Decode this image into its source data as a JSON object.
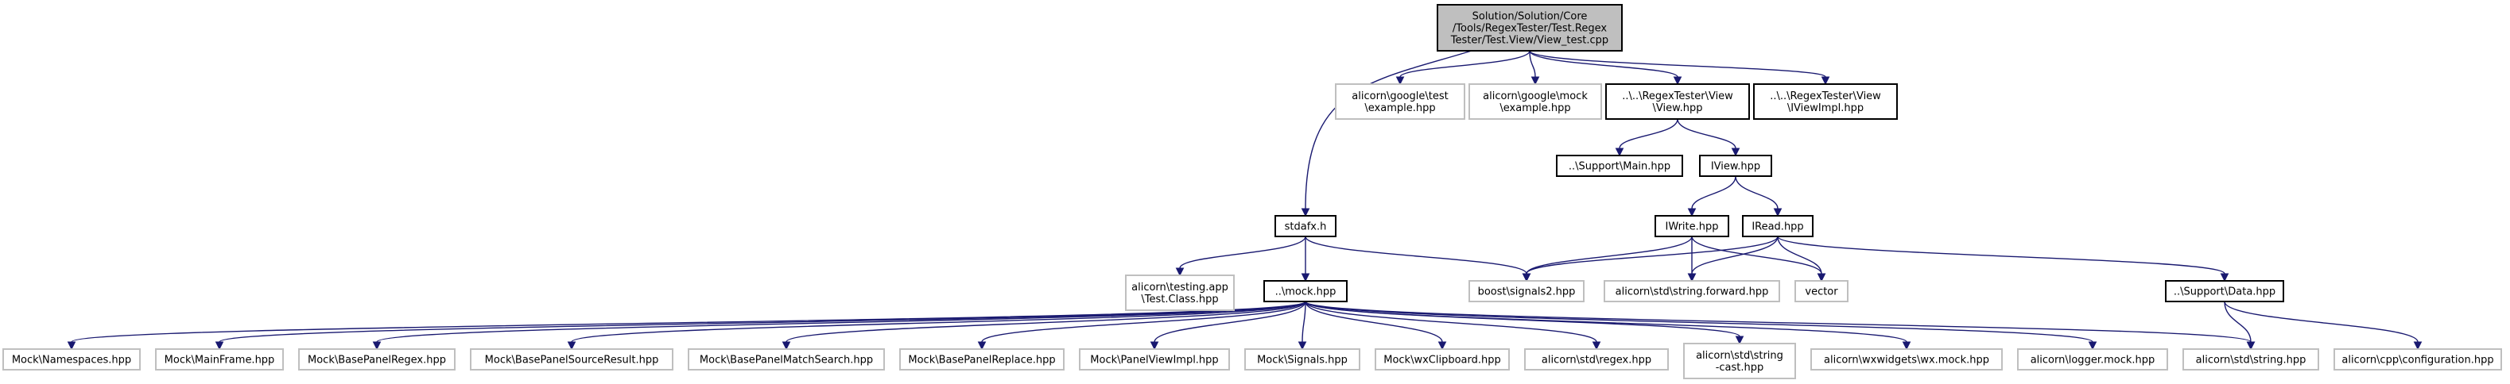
{
  "colors": {
    "edge": "#191970",
    "root_fill": "#bfbfbf",
    "documented_border": "#000000",
    "external_border": "#bfbfbf"
  },
  "nodes": [
    {
      "id": "root",
      "lines": [
        "Solution/Solution/Core",
        "/Tools/RegexTester/Test.Regex",
        "Tester/Test.View/View_test.cpp"
      ],
      "kind": "root"
    },
    {
      "id": "gtest",
      "lines": [
        "alicorn\\google\\test",
        "\\example.hpp"
      ],
      "kind": "ext"
    },
    {
      "id": "gmock",
      "lines": [
        "alicorn\\google\\mock",
        "\\example.hpp"
      ],
      "kind": "ext"
    },
    {
      "id": "view",
      "lines": [
        "..\\..\\RegexTester\\View",
        "\\View.hpp"
      ],
      "kind": "doc"
    },
    {
      "id": "iviewimpl",
      "lines": [
        "..\\..\\RegexTester\\View",
        "\\IViewImpl.hpp"
      ],
      "kind": "doc"
    },
    {
      "id": "supportmain",
      "lines": [
        "..\\Support\\Main.hpp"
      ],
      "kind": "doc"
    },
    {
      "id": "iview",
      "lines": [
        "IView.hpp"
      ],
      "kind": "doc"
    },
    {
      "id": "iwrite",
      "lines": [
        "IWrite.hpp"
      ],
      "kind": "doc"
    },
    {
      "id": "iread",
      "lines": [
        "IRead.hpp"
      ],
      "kind": "doc"
    },
    {
      "id": "stdafx",
      "lines": [
        "stdafx.h"
      ],
      "kind": "doc"
    },
    {
      "id": "testclass",
      "lines": [
        "alicorn\\testing.app",
        "\\Test.Class.hpp"
      ],
      "kind": "ext"
    },
    {
      "id": "mock",
      "lines": [
        "..\\mock.hpp"
      ],
      "kind": "doc"
    },
    {
      "id": "signals2",
      "lines": [
        "boost\\signals2.hpp"
      ],
      "kind": "ext"
    },
    {
      "id": "stringforward",
      "lines": [
        "alicorn\\std\\string.forward.hpp"
      ],
      "kind": "ext"
    },
    {
      "id": "vector",
      "lines": [
        "vector"
      ],
      "kind": "ext"
    },
    {
      "id": "supportdata",
      "lines": [
        "..\\Support\\Data.hpp"
      ],
      "kind": "doc"
    },
    {
      "id": "namespaces",
      "lines": [
        "Mock\\Namespaces.hpp"
      ],
      "kind": "ext"
    },
    {
      "id": "mainframe",
      "lines": [
        "Mock\\MainFrame.hpp"
      ],
      "kind": "ext"
    },
    {
      "id": "bpregex",
      "lines": [
        "Mock\\BasePanelRegex.hpp"
      ],
      "kind": "ext"
    },
    {
      "id": "bpsource",
      "lines": [
        "Mock\\BasePanelSourceResult.hpp"
      ],
      "kind": "ext"
    },
    {
      "id": "bpmatch",
      "lines": [
        "Mock\\BasePanelMatchSearch.hpp"
      ],
      "kind": "ext"
    },
    {
      "id": "bpreplace",
      "lines": [
        "Mock\\BasePanelReplace.hpp"
      ],
      "kind": "ext"
    },
    {
      "id": "panelviewimpl",
      "lines": [
        "Mock\\PanelViewImpl.hpp"
      ],
      "kind": "ext"
    },
    {
      "id": "signals",
      "lines": [
        "Mock\\Signals.hpp"
      ],
      "kind": "ext"
    },
    {
      "id": "wxclipboard",
      "lines": [
        "Mock\\wxClipboard.hpp"
      ],
      "kind": "ext"
    },
    {
      "id": "stdregex",
      "lines": [
        "alicorn\\std\\regex.hpp"
      ],
      "kind": "ext"
    },
    {
      "id": "stringcast",
      "lines": [
        "alicorn\\std\\string",
        "-cast.hpp"
      ],
      "kind": "ext"
    },
    {
      "id": "wxmock",
      "lines": [
        "alicorn\\wxwidgets\\wx.mock.hpp"
      ],
      "kind": "ext"
    },
    {
      "id": "loggermock",
      "lines": [
        "alicorn\\logger.mock.hpp"
      ],
      "kind": "ext"
    },
    {
      "id": "stdstring",
      "lines": [
        "alicorn\\std\\string.hpp"
      ],
      "kind": "ext"
    },
    {
      "id": "cppconfig",
      "lines": [
        "alicorn\\cpp\\configuration.hpp"
      ],
      "kind": "ext"
    }
  ],
  "edges": [
    [
      "root",
      "gtest"
    ],
    [
      "root",
      "gmock"
    ],
    [
      "root",
      "view"
    ],
    [
      "root",
      "iviewimpl"
    ],
    [
      "root",
      "stdafx"
    ],
    [
      "view",
      "supportmain"
    ],
    [
      "view",
      "iview"
    ],
    [
      "iview",
      "iwrite"
    ],
    [
      "iview",
      "iread"
    ],
    [
      "iwrite",
      "signals2"
    ],
    [
      "iwrite",
      "stringforward"
    ],
    [
      "iwrite",
      "vector"
    ],
    [
      "iread",
      "signals2"
    ],
    [
      "iread",
      "stringforward"
    ],
    [
      "iread",
      "vector"
    ],
    [
      "iread",
      "supportdata"
    ],
    [
      "stdafx",
      "testclass"
    ],
    [
      "stdafx",
      "mock"
    ],
    [
      "stdafx",
      "signals2"
    ],
    [
      "supportdata",
      "stdstring"
    ],
    [
      "supportdata",
      "cppconfig"
    ],
    [
      "mock",
      "namespaces"
    ],
    [
      "mock",
      "mainframe"
    ],
    [
      "mock",
      "bpregex"
    ],
    [
      "mock",
      "bpsource"
    ],
    [
      "mock",
      "bpmatch"
    ],
    [
      "mock",
      "bpreplace"
    ],
    [
      "mock",
      "panelviewimpl"
    ],
    [
      "mock",
      "signals"
    ],
    [
      "mock",
      "wxclipboard"
    ],
    [
      "mock",
      "stdregex"
    ],
    [
      "mock",
      "stringcast"
    ],
    [
      "mock",
      "wxmock"
    ],
    [
      "mock",
      "loggermock"
    ],
    [
      "mock",
      "stdstring"
    ]
  ]
}
